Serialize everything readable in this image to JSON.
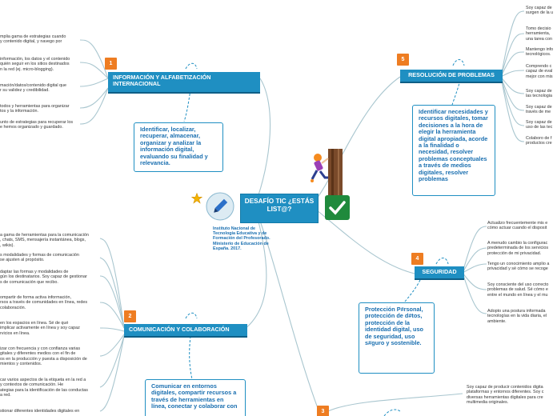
{
  "central": {
    "title": "DESAFÍO TIC ¿ESTÁS LIST@?",
    "credit": "Instituto Nacional de Tecnología Educativa y de Formación del Profesorado. Ministerio de Educación de España. 2017."
  },
  "icons": {
    "star": "star-icon",
    "pencil": "pencil-icon",
    "check": "check-icon",
    "climber": "climber-illustration"
  },
  "colors": {
    "main": "#1f8fc2",
    "badge": "#ee7d22",
    "line": "#a9c6cf",
    "check": "#1f8a3c"
  },
  "areas": {
    "informacion": {
      "number": "1",
      "title": "INFORMACIÓN Y ALFABETIZACIÓN INTERNACIONAL",
      "summary": "Identificar, localizar, recuperar, almacenar, organizar y analizar la información digital, evaluando su finalidad y relevancia.",
      "items": [
        "mplia gama de estrategias cuando\ny contenido digital, y navego por",
        "información, los datos y el contenido\nquién seguir en los sitios destinados\nn la red (ej. micro-blogging).",
        "mación/datos/contenido digital que\nr su validez y credibilidad.",
        "todos y herramientas para organizar\ntos y la información.",
        "unto de estrategias para recuperar los\ne hemos organizado y guardado."
      ]
    },
    "comunicacion": {
      "number": "2",
      "title": "COMUNICACIÓN Y COLABORACIÓN",
      "summary": "Comunicar en entornos digitales, compartir recursos a través de herramientas en línea, conectar y colaborar con",
      "items": [
        "a gama de herramientas para la comunicación\n, chats, SMS, mensajería instantánea, blogs,\n, wikis).",
        "s modalidades y formas de comunicación\nse ajusten al propósito.",
        "daptar las formas y modalidades de\ngún los destinatarios. Soy capaz de gestionar\ns de comunicación que recibo.",
        "ompartir de forma activa información,\nrsos a través de comunidades en línea, redes\ncolaboración.",
        "en los espacios en línea. Sé de qué\nimplicar activamente en línea y soy capaz\nrvicios en línea.",
        "izar con frecuencia y con confianza varias\ngitales y diferentes medios con el fin de\nos en la producción y puesta a disposición de\nmientos y contenidos.",
        "car varios aspectos de la etiqueta en la red a\ny contextos de comunicación. He\nategias para la identificación de las conductas\na red.",
        "stionar diferentes identidades digitales en"
      ]
    },
    "creacion": {
      "number": "3"
    },
    "seguridad": {
      "number": "4",
      "title": "SEGURIDAD",
      "summary": "Protección P#rsonal, protección de d#tos, protección de la identidad digital, uso de seguridad, uso s#guro y sostenible.",
      "items": [
        "Actualizo frecuentemente mis e\ncómo actuar cuando el disposit",
        "A menudo cambio la configurac\npredeterminada de los servicios\nprotección de mi privacidad.",
        "Tengo un conocimiento amplio a\nprivacidad y sé cómo se recoge",
        "Soy consciente del uso correcto\nproblemas de salud. Sé cómo e\nentre el mundo en línea y el mu",
        "Adopto una postura informada\ntecnologías en la vida diaria, el\nambiente."
      ]
    },
    "resolucion": {
      "number": "5",
      "title": "RESOLUCIÓN DE PROBLEMAS",
      "summary": "Identificar necesidades y recursos digitales, tomar decisiones a la hora de elegir la herramienta digital apropiada, acorde a la finalidad o necesidad, resolver problemas conceptuales a través de medios digitales, resolver problemas",
      "items": [
        "Soy capaz de\nsurgen de la u",
        "Tomo decisio\nherramienta,\nuna tarea con",
        "Mantengo info\ntecnológicos.",
        "Comprendo c\ncapaz de eval\nmejor con mis",
        "Soy capaz de\nlas tecnologia",
        "Soy capaz de\ntravés de me",
        "Soy capaz de\nuso de las tec",
        "Colaboro de f\nproductos cre"
      ]
    },
    "creacion_detail": {
      "items": [
        "Soy capaz de producir contenidos digita\nplataformas y entornos diferentes. Soy c\ndiversas herramientas digitales para cre\nmultimedia originales."
      ]
    }
  }
}
